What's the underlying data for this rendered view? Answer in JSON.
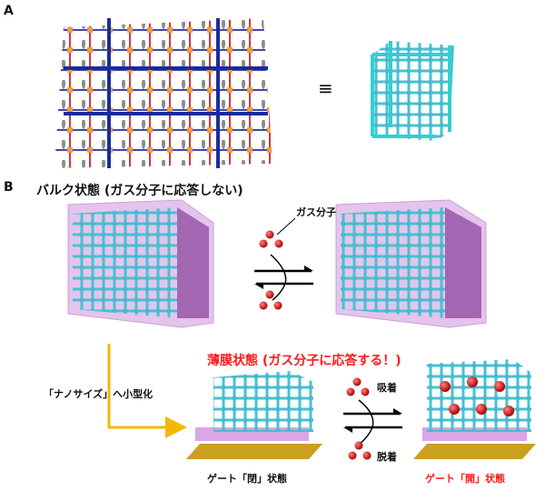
{
  "panels": {
    "a": "A",
    "b": "B"
  },
  "equivalence_symbol": "≡",
  "bulk_title": "バルク状態 (ガス分子に応答しない)",
  "gas_label": "ガス分子",
  "downsize_label": "「ナノサイズ」へ小型化",
  "film_title": "薄膜状態 (ガス分子に応答する！)",
  "adsorption_label": "吸着",
  "desorption_label": "脱着",
  "gate_closed_label": "ゲート「閉」状態",
  "gate_open_label": "ゲート「開」状態",
  "colors": {
    "framework": "#40d8d8",
    "gas": "#e01010",
    "arrow": "#f5b800",
    "film_title": "#ff1a1a",
    "substrate": "#b8860b",
    "bulk_box": "#d6a8e0"
  }
}
